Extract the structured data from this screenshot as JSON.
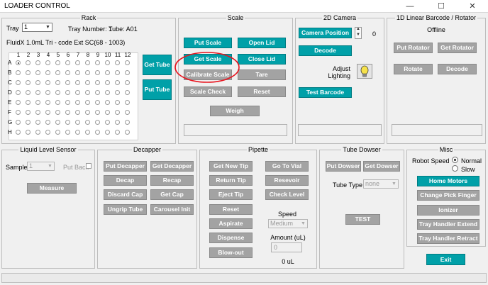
{
  "window": {
    "title": "LOADER CONTROL",
    "minimize": "—",
    "maximize": "☐",
    "close": "✕"
  },
  "rack": {
    "title": "Rack",
    "tray_label": "Tray",
    "tray_value": "1",
    "tray_number_label": "Tray Number: 1",
    "tube_label": "Tube: A01",
    "rack_desc": "FluidX 1.0mL Tri - code Ext SC(68 - 1003)",
    "columns": [
      "1",
      "2",
      "3",
      "4",
      "5",
      "6",
      "7",
      "8",
      "9",
      "10",
      "11",
      "12"
    ],
    "rows": [
      "A",
      "B",
      "C",
      "D",
      "E",
      "F",
      "G",
      "H"
    ],
    "get_tube": "Get Tube",
    "put_tube": "Put Tube"
  },
  "scale": {
    "title": "Scale",
    "put_scale": "Put Scale",
    "open_lid": "Open Lid",
    "get_scale": "Get Scale",
    "close_lid": "Close Lid",
    "calibrate_scale": "Calibrate Scale",
    "tare": "Tare",
    "scale_check": "Scale Check",
    "reset": "Reset",
    "weigh": "Weigh"
  },
  "camera": {
    "title": "2D Camera",
    "camera_position": "Camera Position",
    "position_value": "0",
    "decode": "Decode",
    "adjust_lighting": "Adjust Lighting",
    "test_barcode": "Test Barcode"
  },
  "barcode": {
    "title": "1D Linear Barcode / Rotator",
    "status": "Offline",
    "put_rotator": "Put Rotator",
    "get_rotator": "Get Rotator",
    "rotate": "Rotate",
    "decode": "Decode"
  },
  "liquid": {
    "title": "Liquid Level Sensor",
    "samples_label": "Samples",
    "samples_value": "1",
    "put_back": "Put Back",
    "measure": "Measure"
  },
  "decapper": {
    "title": "Decapper",
    "put_decapper": "Put Decapper",
    "get_decapper": "Get Decapper",
    "decap": "Decap",
    "recap": "Recap",
    "discard_cap": "Discard Cap",
    "get_cap": "Get Cap",
    "ungrip_tube": "Ungrip Tube",
    "carousel_init": "Carousel Init"
  },
  "pipette": {
    "title": "Pipette",
    "get_new_tip": "Get New Tip",
    "go_to_vial": "Go To Vial",
    "return_tip": "Return Tip",
    "reservoir": "Resevoir",
    "eject_tip": "Eject Tip",
    "check_level": "Check Level",
    "reset": "Reset",
    "aspirate": "Aspirate",
    "dispense": "Dispense",
    "blow_out": "Blow-out",
    "speed_label": "Speed",
    "speed_value": "Medium",
    "amount_label": "Amount (uL)",
    "amount_value": "0",
    "amount_display": "0 uL"
  },
  "dowser": {
    "title": "Tube Dowser",
    "put_dowser": "Put Dowser",
    "get_dowser": "Get Dowser",
    "tube_type_label": "Tube Type",
    "tube_type_value": "none",
    "test": "TEST"
  },
  "misc": {
    "title": "Misc",
    "robot_speed_label": "Robot Speed",
    "normal": "Normal",
    "slow": "Slow",
    "home_motors": "Home Motors",
    "change_pick_finger": "Change Pick Finger",
    "ionizer": "Ionizer",
    "tray_handler_extend": "Tray Handler Extend",
    "tray_handler_retract": "Tray Handler Retract",
    "exit": "Exit"
  },
  "colors": {
    "teal": "#00a0a8",
    "gray_button": "#a3a3a3",
    "annotation_red": "#e8141e"
  }
}
